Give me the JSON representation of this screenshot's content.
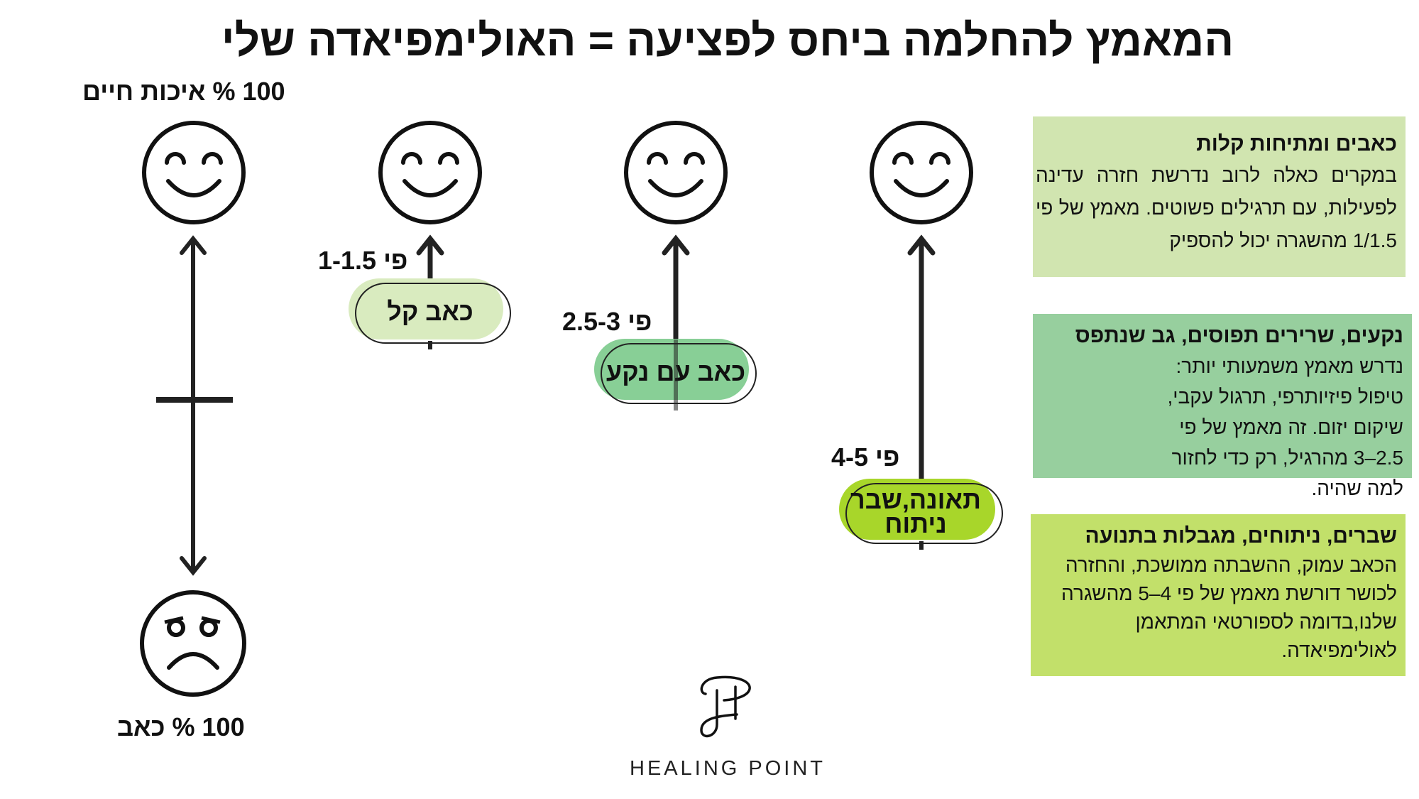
{
  "title": "המאמץ להחלמה ביחס לפציעה = האולימפיאדה שלי",
  "scale": {
    "top_label": "100 % איכות חיים",
    "bottom_label": "100 % כאב"
  },
  "levels": [
    {
      "multiplier": "פי 1-1.5",
      "pill": "כאב קל",
      "color": "#d9ebbf"
    },
    {
      "multiplier": "פי 2.5-3",
      "pill": "כאב עם נקע",
      "color": "#88cf96"
    },
    {
      "multiplier": "פי 4-5",
      "pill": "תאונה,שבר ניתוח",
      "color": "#a8d62a"
    }
  ],
  "boxes": [
    {
      "heading": "כאבים ומתיחות קלות",
      "body": "במקרים כאלה לרוב נדרשת חזרה עדינה לפעילות, עם תרגילים פשוטים. מאמץ של פי 1/1.5 מהשגרה יכול להספיק",
      "color": "#d1e5b0"
    },
    {
      "heading": "נקעים, שרירים תפוסים, גב שנתפס",
      "body": "נדרש מאמץ משמעותי יותר: טיפול פיזיותרפי, תרגול עקבי, שיקום יזום. זה מאמץ של פי 2.5–3 מהרגיל, רק כדי לחזור למה שהיה.",
      "color": "#97cf9e"
    },
    {
      "heading": "שברים, ניתוחים, מגבלות בתנועה",
      "body": "הכאב עמוק, ההשבתה ממושכת, והחזרה לכושר דורשת מאמץ של פי 4–5 מהשגרה שלנו,בדומה לספורטאי המתאמן לאולימפיאדה.",
      "color": "#c2e06a"
    }
  ],
  "logo": {
    "text": "HEALING POINT"
  }
}
